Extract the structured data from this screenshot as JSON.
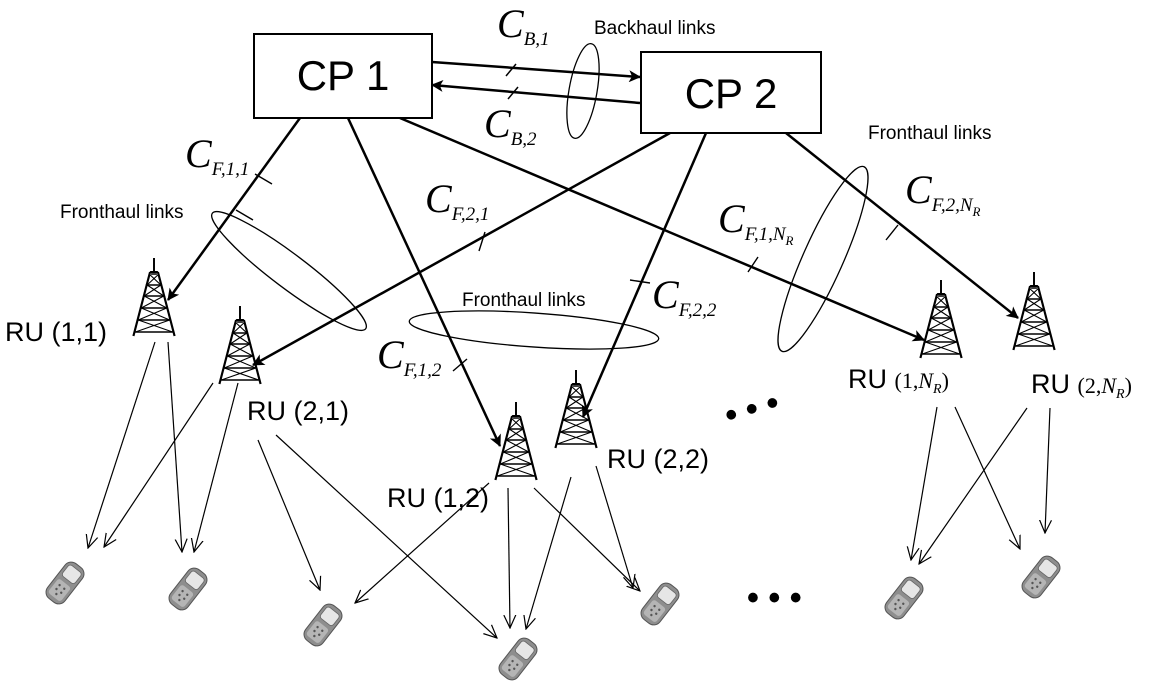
{
  "cp": {
    "cp1": "CP 1",
    "cp2": "CP 2"
  },
  "link_groups": {
    "backhaul": "Backhaul links",
    "fronthaul_a": "Fronthaul links",
    "fronthaul_b": "Fronthaul links",
    "fronthaul_c": "Fronthaul links"
  },
  "capacities": {
    "cb1": {
      "base": "C",
      "sub": "B,1"
    },
    "cb2": {
      "base": "C",
      "sub": "B,2"
    },
    "cf11": {
      "base": "C",
      "sub": "F,1,1"
    },
    "cf21": {
      "base": "C",
      "sub": "F,2,1"
    },
    "cf12": {
      "base": "C",
      "sub": "F,1,2"
    },
    "cf22": {
      "base": "C",
      "sub": "F,2,2"
    },
    "cf1nr": {
      "base": "C",
      "sub": "F,1,N",
      "subsub": "R"
    },
    "cf2nr": {
      "base": "C",
      "sub": "F,2,N",
      "subsub": "R"
    }
  },
  "rus": {
    "ru11": "RU (1,1)",
    "ru21": "RU (2,1)",
    "ru12": "RU (1,2)",
    "ru22": "RU (2,2)",
    "ru1nr": {
      "prefix": "RU ",
      "pre": "(1,",
      "n": "N",
      "sub": "R",
      "post": ")"
    },
    "ru2nr": {
      "prefix": "RU ",
      "pre": "(2,",
      "n": "N",
      "sub": "R",
      "post": ")"
    }
  },
  "ellipsis": "• • •",
  "colors": {
    "stroke": "#000000",
    "phone_body": "#9a9a9a",
    "phone_light": "#d8d8d8",
    "background": "#ffffff"
  },
  "icons": [
    "tower-icon",
    "phone-icon"
  ]
}
